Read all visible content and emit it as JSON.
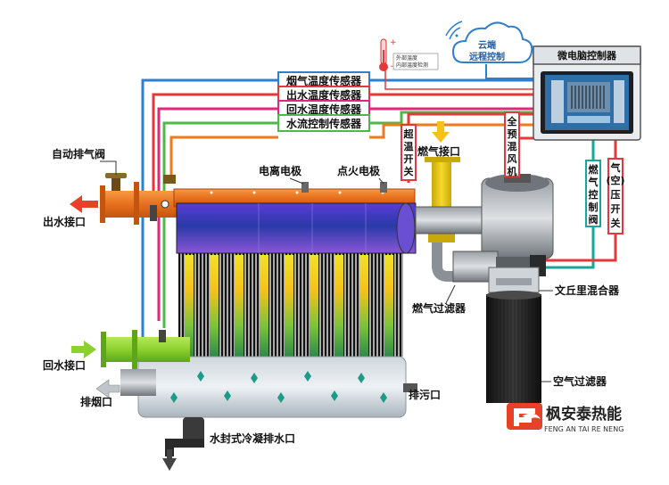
{
  "sensors": {
    "flue_gas_temp": "烟气温度传感器",
    "outlet_water_temp": "出水温度传感器",
    "return_water_temp": "回水温度传感器",
    "water_flow_switch": "水流控制传感器"
  },
  "thermometer": {
    "outside_temp": "外部温度",
    "inside_temp": "内部温度检测"
  },
  "cloud": {
    "line1": "云端",
    "line2": "远程控制"
  },
  "controller": {
    "title": "微电脑控制器"
  },
  "labels": {
    "auto_vent": "自动排气阀",
    "water_outlet": "出水接口",
    "ionization_electrode": "电离电极",
    "ignition_electrode": "点火电极",
    "gas_inlet": "燃气接口",
    "return_inlet": "回水接口",
    "flue_outlet": "排烟口",
    "drain_outlet": "排污口",
    "gas_filter": "燃气过滤器",
    "venturi_mixer": "文丘里混合器",
    "air_filter": "空气过滤器",
    "condensate_drain": "水封式冷凝排水口"
  },
  "vertical_labels": {
    "overheat_switch": [
      "超",
      "温",
      "开",
      "关"
    ],
    "premix_fan": [
      "全",
      "预",
      "混",
      "风",
      "机"
    ],
    "gas_valve": [
      "燃",
      "气",
      "控",
      "制",
      "阀"
    ],
    "air_pressure_switch": [
      "气",
      "(空)",
      "压",
      "开",
      "关"
    ]
  },
  "brand": {
    "name_cn": "枫安泰热能",
    "name_en": "FENG  AN  TAI  RE  NENG"
  },
  "colors": {
    "blue_line": "#2f7fd0",
    "red_line": "#e23a3a",
    "pink_line": "#e0287a",
    "green_line": "#4fb84a",
    "orange_line": "#f07a1e",
    "teal_line": "#19a597",
    "outlet_pipe": "#f07a1e",
    "return_pipe": "#8cd12e",
    "brand_red": "#e8412a"
  }
}
